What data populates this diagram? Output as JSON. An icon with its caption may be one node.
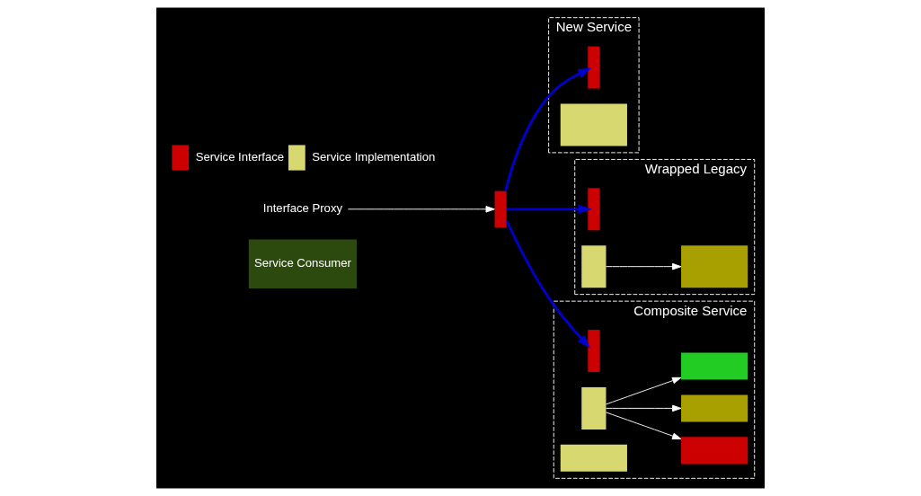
{
  "diagram": {
    "nodes": [
      {
        "text": [
          "Service Consumer"
        ]
      },
      {
        "text": [],
        "shape": "box"
      },
      {
        "text": [
          "Interface Proxy"
        ]
      },
      {
        "text": [
          "New Service"
        ]
      },
      {
        "text": [],
        "shape": "box",
        "in": 3
      },
      {
        "text": [],
        "shape": "box",
        "in": 3
      },
      {
        "text": [
          "Wrapped Legacy"
        ]
      },
      {
        "text": [],
        "shape": "box",
        "in": 6
      },
      {
        "text": [],
        "shape": "box",
        "in": 6
      },
      {
        "text": [],
        "shape": "box",
        "in": 6
      },
      {
        "text": [
          "Composite Service"
        ]
      },
      {
        "text": [],
        "shape": "box",
        "in": 10
      },
      {
        "text": [],
        "shape": "box",
        "in": 10
      },
      {
        "text": [],
        "shape": "box",
        "in": 10
      },
      {
        "text": [],
        "shape": "box",
        "in": 10
      },
      {
        "text": [],
        "shape": "box",
        "in": 10
      },
      {
        "text": [],
        "shape": "box",
        "in": 10
      }
    ],
    "edges": [
      {
        "from": 1,
        "to": 4,
        "arrow": "to",
        "style": "thick",
        "color": "#0000cc"
      },
      {
        "from": 1,
        "to": 7,
        "arrow": "to",
        "style": "thick",
        "color": "#0000cc"
      },
      {
        "from": 1,
        "to": 11,
        "arrow": "to",
        "style": "thick",
        "color": "#0000cc"
      },
      {
        "from": 2,
        "to": 1,
        "arrow": "to"
      },
      {
        "from": 8,
        "to": 9,
        "arrow": "to"
      },
      {
        "from": 12,
        "to": 13,
        "arrow": "to"
      },
      {
        "from": 12,
        "to": 15,
        "arrow": "to"
      },
      {
        "from": 12,
        "to": 16,
        "arrow": "to"
      }
    ],
    "legend": [
      {
        "text": "Service Interface",
        "color": "#cc0000"
      },
      {
        "text": "Service Implementation",
        "color": "#d8d870"
      }
    ]
  }
}
